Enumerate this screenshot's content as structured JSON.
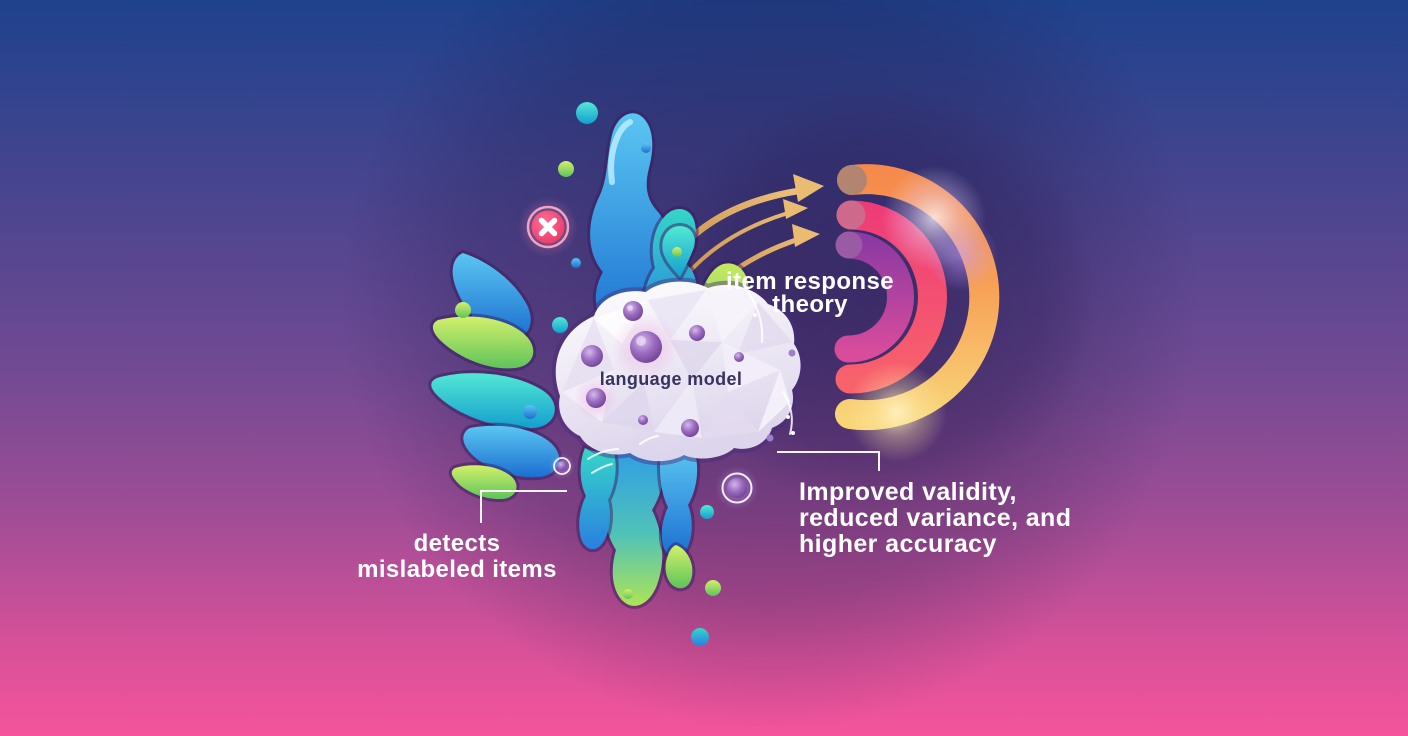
{
  "labels": {
    "brain": "language model",
    "irt": {
      "line1": "item response",
      "line2": "theory"
    },
    "left_note": {
      "line1": "detects",
      "line2": "mislabeled items"
    },
    "right_note": {
      "line1": "Improved validity,",
      "line2": "reduced variance, and",
      "line3": "higher accuracy"
    }
  },
  "icons": {
    "error_badge": "x-mark-icon",
    "arrows": "curved-arrow-icon",
    "rings": "concentric-arcs-icon",
    "brain": "low-poly-brain-icon"
  },
  "colors": {
    "bg_top": "#1E428D",
    "bg_mid": "#7A4A94",
    "bg_bottom": "#F4549B",
    "arc_outer_top": "#F5894B",
    "arc_outer_bottom": "#F7D26E",
    "arc_middle": "#EE3C77",
    "arc_inner_top": "#8F3AA2",
    "arc_inner_bottom": "#D4499B",
    "arrow_gold": "#DCA45C",
    "badge_pink": "#EE3A67",
    "splash_blue": "#2F9BE9",
    "splash_teal": "#2BD3C6",
    "splash_lime": "#B5E25A",
    "splash_green": "#4CC47A",
    "brain_fill": "#F2EFF9",
    "brain_text": "#39335F",
    "note_text": "#FFFFFF"
  }
}
